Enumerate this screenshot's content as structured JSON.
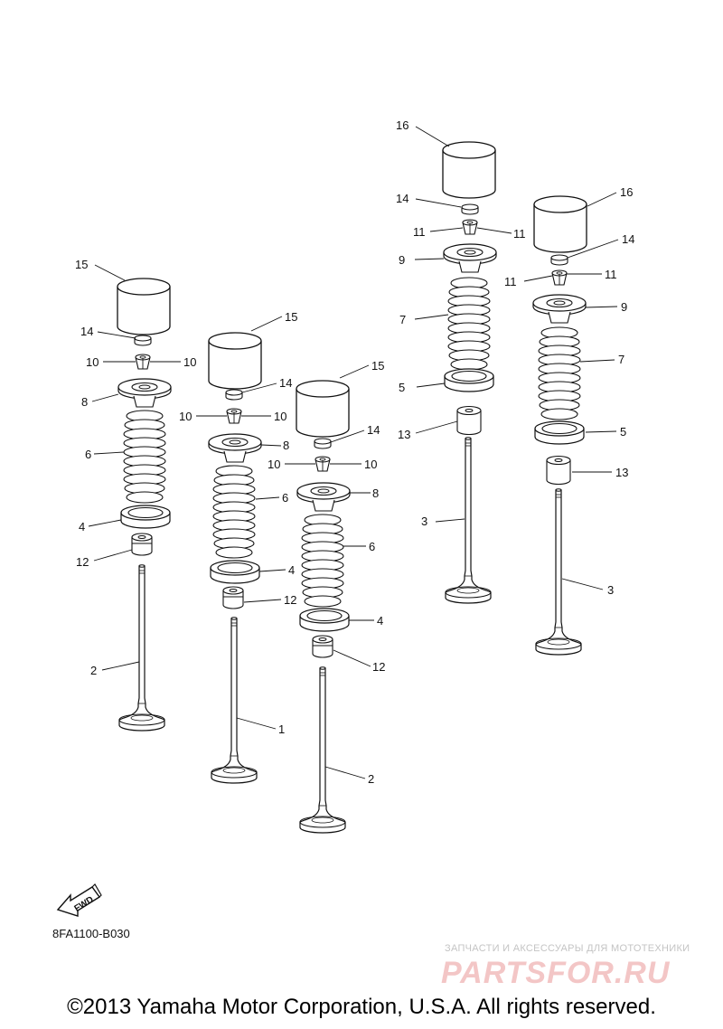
{
  "diagram_code": "8FA1100-B030",
  "fwd_label": "FWD",
  "watermark": {
    "tagline": "ЗАПЧАСТИ И АКСЕССУАРЫ ДЛЯ МОТОТЕХНИКИ",
    "logo": "PARTSFOR.RU"
  },
  "copyright": "©2013 Yamaha Motor Corporation, U.S.A. All rights reserved.",
  "callouts": [
    "1",
    "2",
    "3",
    "4",
    "5",
    "6",
    "7",
    "8",
    "9",
    "10",
    "11",
    "12",
    "13",
    "14",
    "15",
    "16"
  ]
}
